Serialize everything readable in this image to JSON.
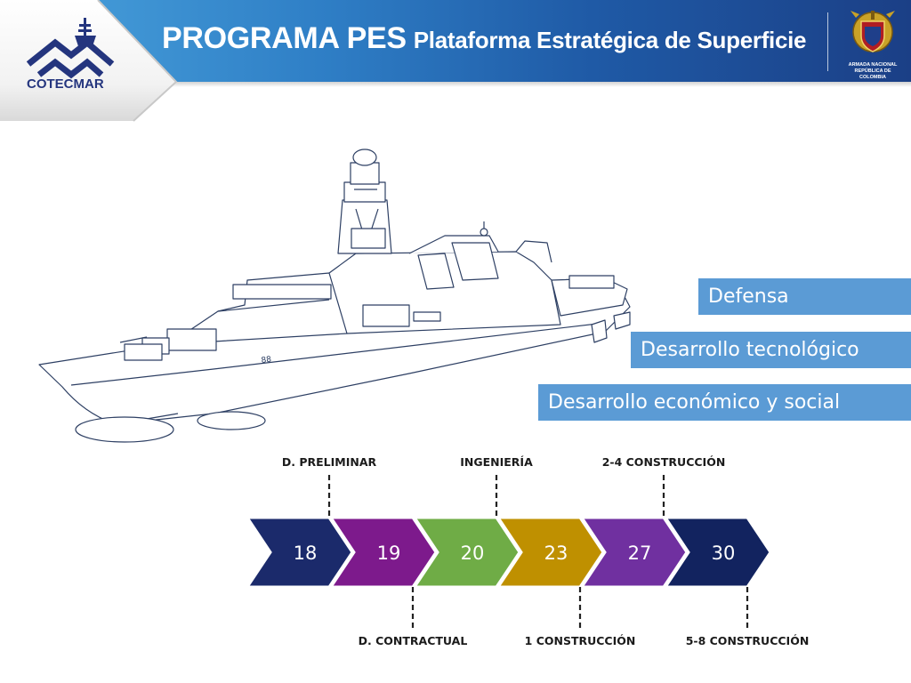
{
  "header": {
    "title_main": "PROGRAMA PES",
    "title_sub": "Plataforma Estratégica de Superficie",
    "logo_text": "COTECMAR",
    "crest_line1": "ARMADA NACIONAL",
    "crest_line2": "REPÚBLICA DE COLOMBIA",
    "colors": {
      "gradient_start": "#4aa3dd",
      "gradient_end": "#1b3f86",
      "logo_navy": "#24357e"
    }
  },
  "ship": {
    "hull_number": "88"
  },
  "tags": [
    {
      "label": "Defensa"
    },
    {
      "label": "Desarrollo tecnológico"
    },
    {
      "label": "Desarrollo económico y social"
    }
  ],
  "tag_color": "#5b9bd5",
  "timeline": {
    "steps": [
      {
        "label": "18",
        "color": "#1b2a6b"
      },
      {
        "label": "19",
        "color": "#7d1a8c"
      },
      {
        "label": "20",
        "color": "#6fac46"
      },
      {
        "label": "23",
        "color": "#bf9000"
      },
      {
        "label": "27",
        "color": "#7030a0"
      },
      {
        "label": "30",
        "color": "#12235f"
      }
    ],
    "top_milestones": [
      {
        "label": "D. PRELIMINAR",
        "step": 0
      },
      {
        "label": "INGENIERÍA",
        "step": 2
      },
      {
        "label": "2-4 CONSTRUCCIÓN",
        "step": 4
      }
    ],
    "bottom_milestones": [
      {
        "label": "D. CONTRACTUAL",
        "step": 1
      },
      {
        "label": "1 CONSTRUCCIÓN",
        "step": 3
      },
      {
        "label": "5-8 CONSTRUCCIÓN",
        "step": 5
      }
    ]
  }
}
